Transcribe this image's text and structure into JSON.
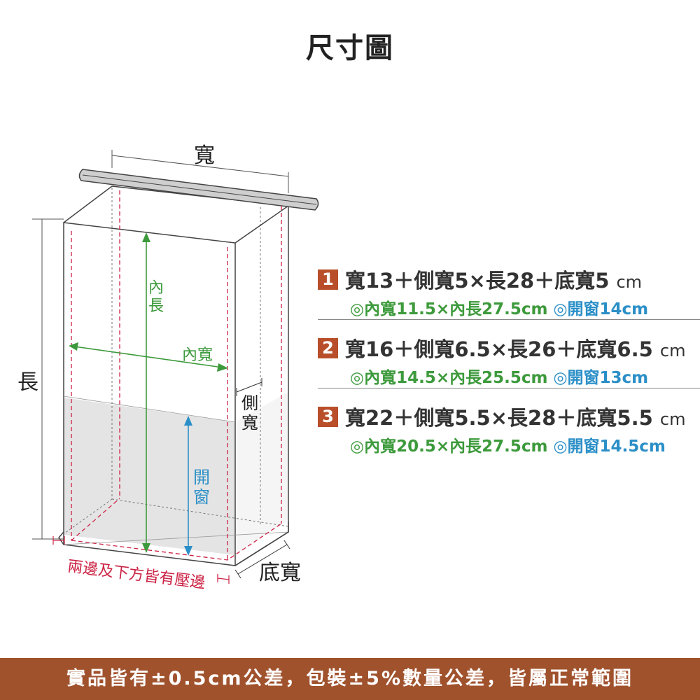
{
  "title": "尺寸圖",
  "diagram": {
    "label_width": "寬",
    "label_length": "長",
    "label_inner_length": "內長",
    "label_inner_width": "內寬",
    "label_side_width": "側寬",
    "label_window": "開窗",
    "label_bottom_width": "底寬",
    "label_seal_note": "兩邊及下方皆有壓邊"
  },
  "specs": [
    {
      "num": "1",
      "main": "寬13＋側寬5×長28＋底寬5",
      "unit": "cm",
      "inner": "◎內寬11.5×內長27.5cm",
      "window": "◎開窗14cm"
    },
    {
      "num": "2",
      "main": "寬16＋側寬6.5×長26＋底寬6.5",
      "unit": "cm",
      "inner": "◎內寬14.5×內長25.5cm",
      "window": "◎開窗13cm"
    },
    {
      "num": "3",
      "main": "寬22＋側寬5.5×長28＋底寬5.5",
      "unit": "cm",
      "inner": "◎內寬20.5×內長27.5cm",
      "window": "◎開窗14.5cm"
    }
  ],
  "footer": "實品皆有±0.5cm公差，包裝±5%數量公差，皆屬正常範圍",
  "colors": {
    "accent": "#b84f2a",
    "footer_bg": "#a0522d",
    "red_dash": "#cc2244",
    "green": "#3d9a3c",
    "blue": "#2b8fc7"
  }
}
